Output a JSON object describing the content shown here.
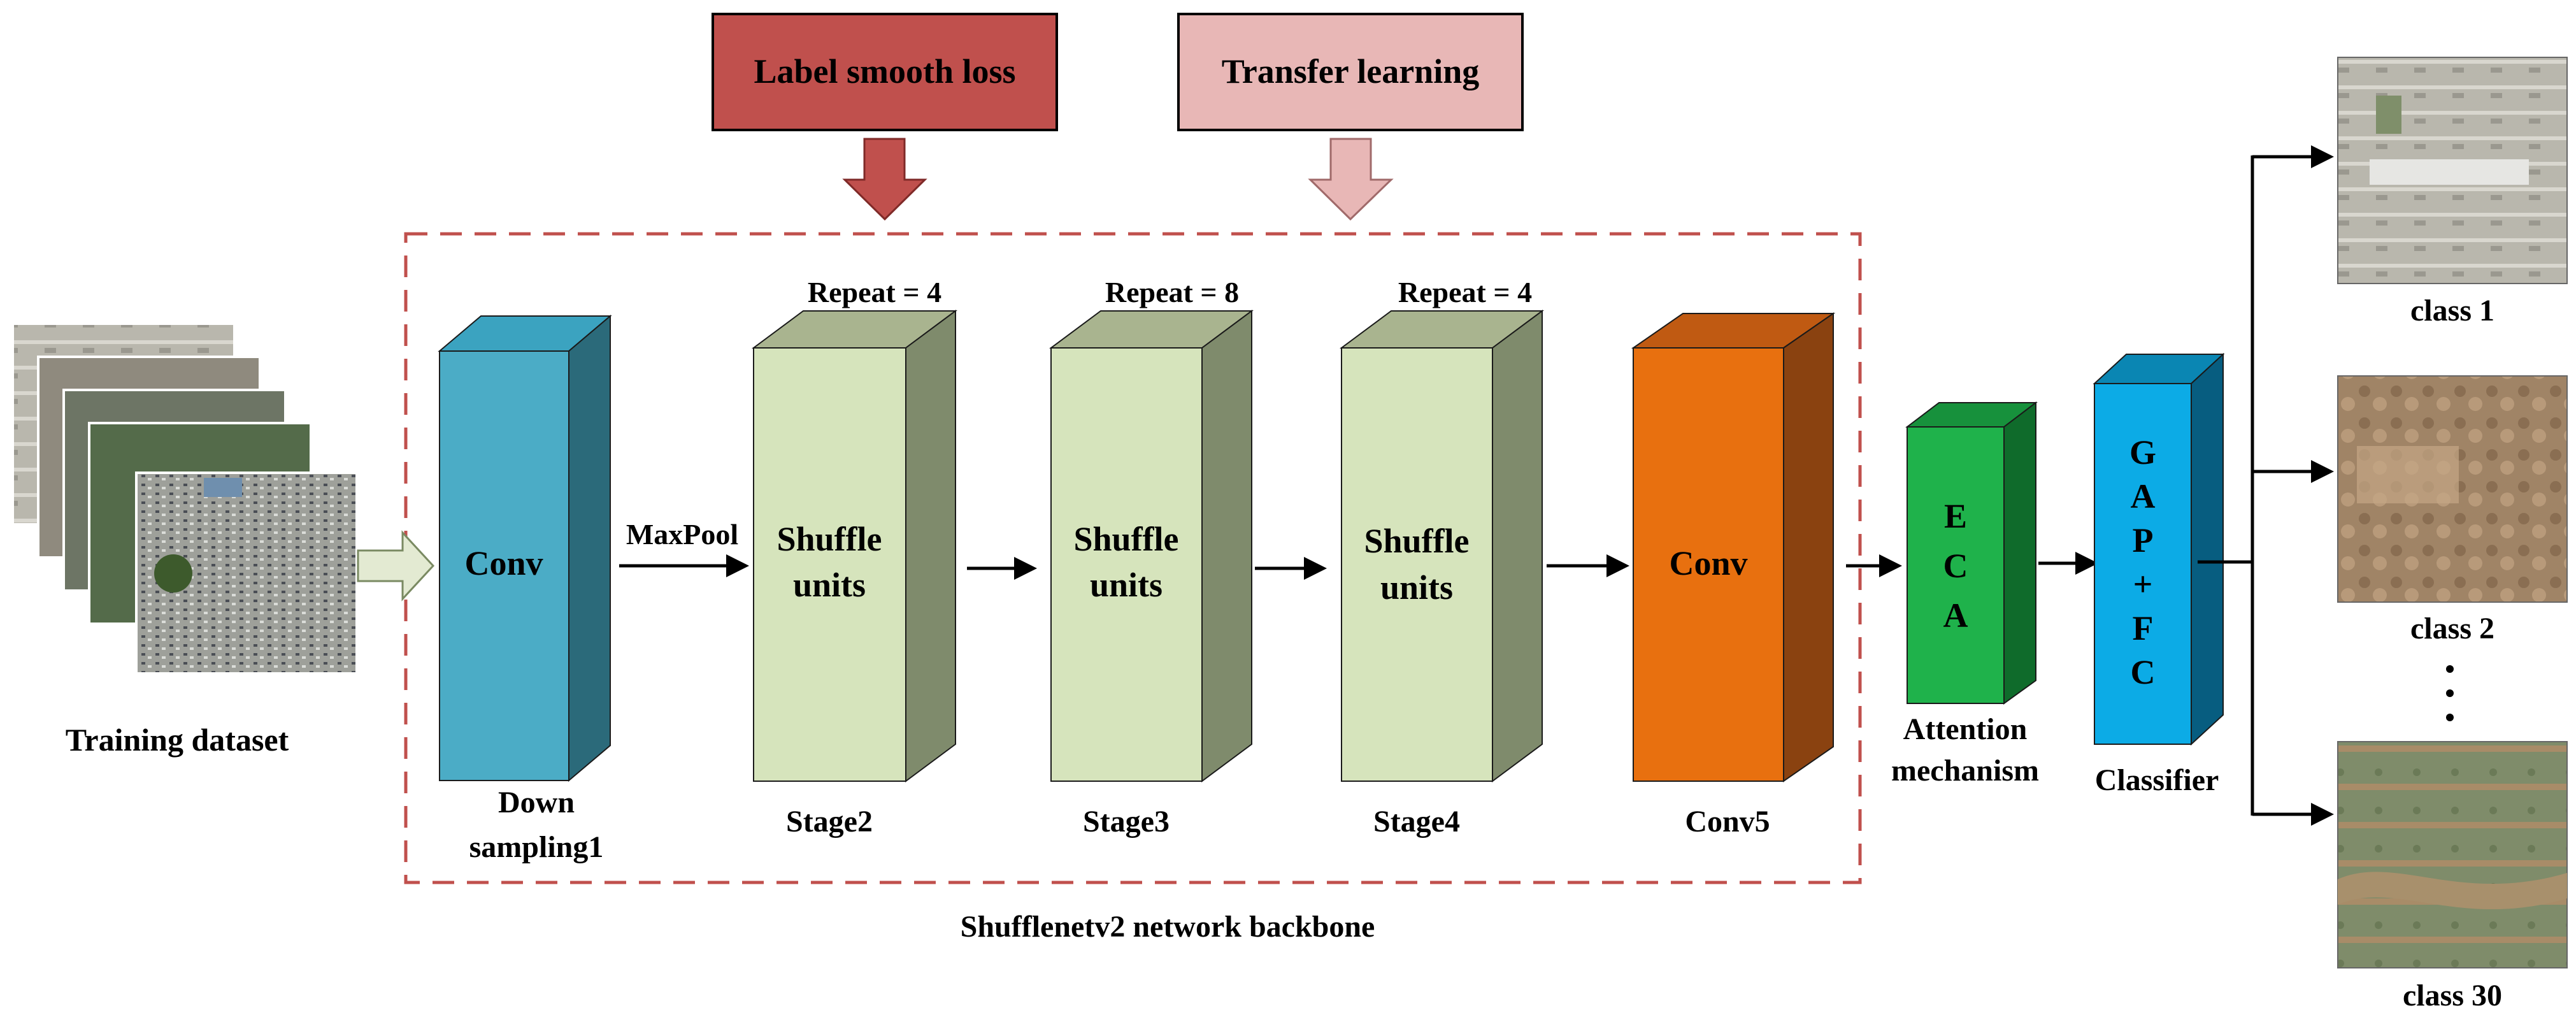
{
  "top_boxes": {
    "label_smooth": "Label smooth loss",
    "transfer": "Transfer learning"
  },
  "input": {
    "caption": "Training dataset"
  },
  "backbone": {
    "caption": "Shufflenetv2 network backbone"
  },
  "blocks": {
    "conv1": {
      "text": "Conv",
      "caption_line1": "Down",
      "caption_line2": "sampling1"
    },
    "maxpool": "MaxPool",
    "stage2": {
      "line1": "Shuffle",
      "line2": "units",
      "repeat": "Repeat = 4",
      "caption": "Stage2"
    },
    "stage3": {
      "line1": "Shuffle",
      "line2": "units",
      "repeat": "Repeat = 8",
      "caption": "Stage3"
    },
    "stage4": {
      "line1": "Shuffle",
      "line2": "units",
      "repeat": "Repeat = 4",
      "caption": "Stage4"
    },
    "conv5": {
      "text": "Conv",
      "caption": "Conv5"
    },
    "eca": {
      "letters": [
        "E",
        "C",
        "A"
      ],
      "caption_line1": "Attention",
      "caption_line2": "mechanism"
    },
    "classifier": {
      "letters": [
        "G",
        "A",
        "P",
        "+",
        "F",
        "C"
      ],
      "caption": "Classifier"
    }
  },
  "outputs": {
    "class1": "class 1",
    "class2": "class 2",
    "class30": "class 30"
  },
  "colors": {
    "label_smooth_fill": "#c0504d",
    "transfer_fill": "#e8b7b6",
    "conv1_front": "#4bacc6",
    "stage_front": "#d6e4bc",
    "conv5_front": "#e8700f",
    "eca_front": "#1fb24b",
    "classifier_front": "#0cabe6",
    "dash_border": "#c0504d"
  }
}
